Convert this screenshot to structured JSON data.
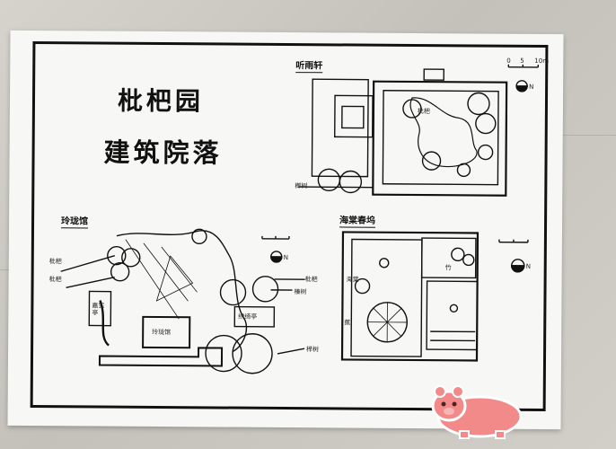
{
  "title": {
    "line1": "枇杷园",
    "line2": "建筑院落"
  },
  "sections": {
    "tingyuxuan": "听雨轩",
    "linglongguan": "玲珑馆",
    "haitangchunwu": "海棠春坞"
  },
  "labels": {
    "pipa_1": "枇杷",
    "pipa_2": "枇杷",
    "pipa_3": "枇杷",
    "zhenzhu": "榛树",
    "shanshu_1": "榔树",
    "shanshu_2": "榉树",
    "jiashi": "嘉实亭",
    "xiuqi": "绣绮亭",
    "linglong": "玲珑馆",
    "pipatree": "枇杷",
    "jiao": "蕉",
    "haitang": "海棠",
    "yezhu": "竹"
  },
  "north_marks": [
    "N",
    "N",
    "N"
  ],
  "scale_marks": [
    "0",
    "5",
    "10m"
  ],
  "colors": {
    "paper": "#f7f7f5",
    "ink": "#111111",
    "sticker": "#f28a8a"
  }
}
